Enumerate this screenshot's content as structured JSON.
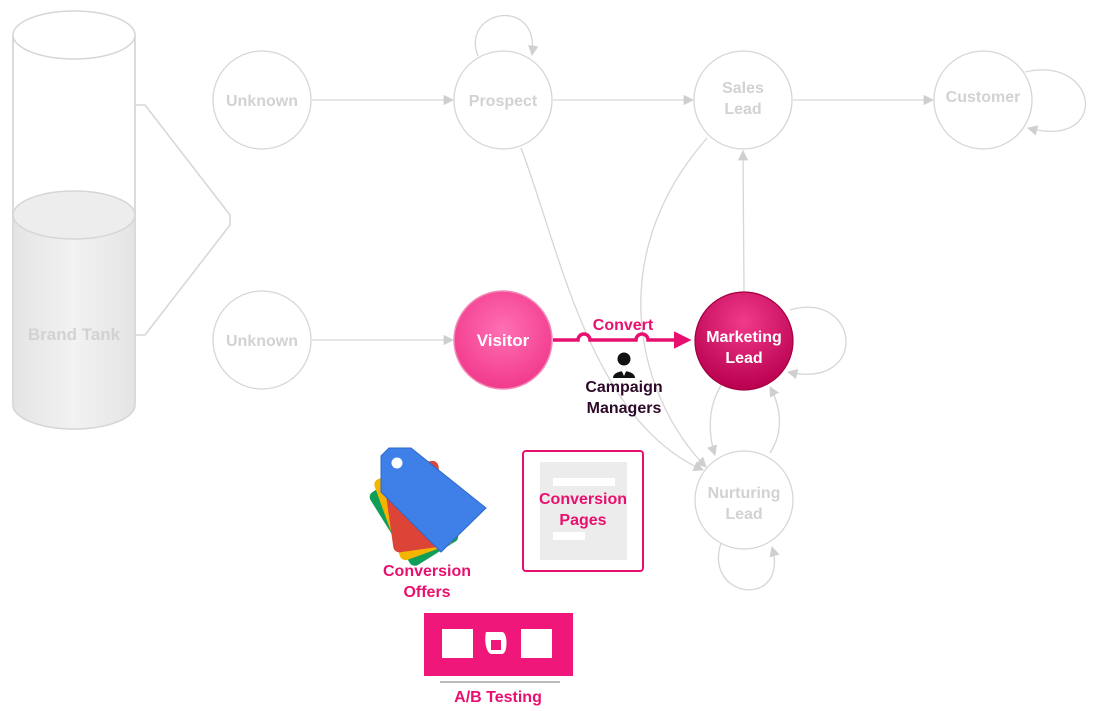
{
  "colors": {
    "faded": "#d6d6d6",
    "faded_text": "#d2d2d2",
    "accent": "#e8106e",
    "accent_light": "#ff4fa0",
    "accent_dark": "#c8005a",
    "dark_text": "#2d0a2a",
    "tank_fill": "#ececec"
  },
  "tank": {
    "label": "Brand Tank"
  },
  "nodes": {
    "unknown_top": "Unknown",
    "prospect": "Prospect",
    "sales_lead_line1": "Sales",
    "sales_lead_line2": "Lead",
    "customer": "Customer",
    "unknown_bottom": "Unknown",
    "visitor": "Visitor",
    "marketing_lead_line1": "Marketing",
    "marketing_lead_line2": "Lead",
    "nurturing_lead_line1": "Nurturing",
    "nurturing_lead_line2": "Lead"
  },
  "convert_label": "Convert",
  "campaign": {
    "line1": "Campaign",
    "line2": "Managers",
    "icon": "person-icon"
  },
  "offers": {
    "line1": "Conversion",
    "line2": "Offers",
    "icon": "tags-icon"
  },
  "pages": {
    "line1": "Conversion",
    "line2": "Pages",
    "icon": "page-icon"
  },
  "ab_testing": {
    "label": "A/B Testing",
    "icon": "ab-testing-icon"
  }
}
